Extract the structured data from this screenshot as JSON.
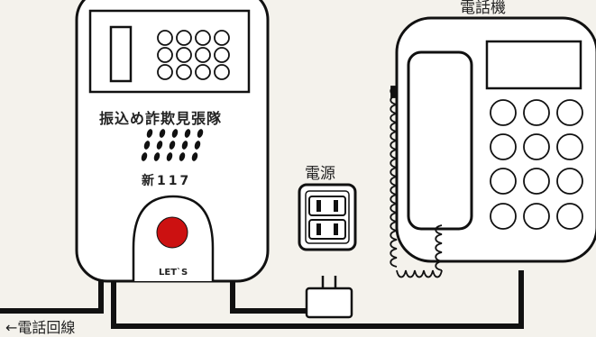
{
  "device": {
    "name": "振込め詐欺見張隊",
    "model": "新117",
    "button_label": "LET`S"
  },
  "outlet": {
    "label": "電源"
  },
  "phone": {
    "label": "電話機"
  },
  "phone_line": {
    "label": "←電話回線"
  },
  "colors": {
    "line": "#111111",
    "button": "#cc1111",
    "background": "#f4f2ec"
  }
}
